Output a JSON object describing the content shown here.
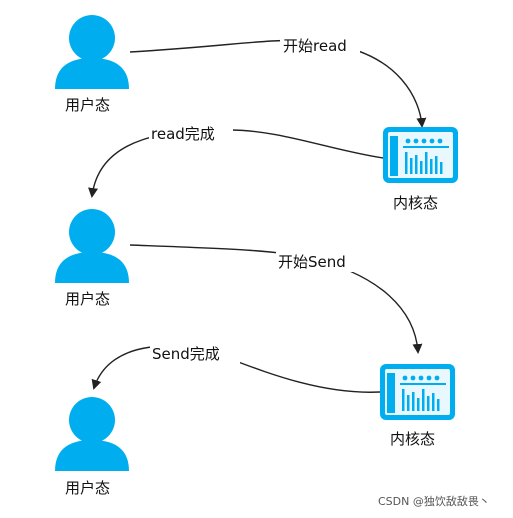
{
  "colors": {
    "accent": "#00AEEF",
    "accent_light": "#E9F8FE",
    "line": "#222222"
  },
  "nodes": {
    "user1": {
      "label": "用户态",
      "icon": "user-icon"
    },
    "kernel1": {
      "label": "内核态",
      "icon": "kernel-icon"
    },
    "user2": {
      "label": "用户态",
      "icon": "user-icon"
    },
    "user3": {
      "label": "用户态",
      "icon": "user-icon"
    },
    "kernel2": {
      "label": "内核态",
      "icon": "kernel-icon"
    }
  },
  "edges": {
    "start_read": "开始read",
    "read_done": "read完成",
    "start_send": "开始Send",
    "send_done": "Send完成"
  },
  "watermark": "CSDN @独饮敌敌畏丶"
}
